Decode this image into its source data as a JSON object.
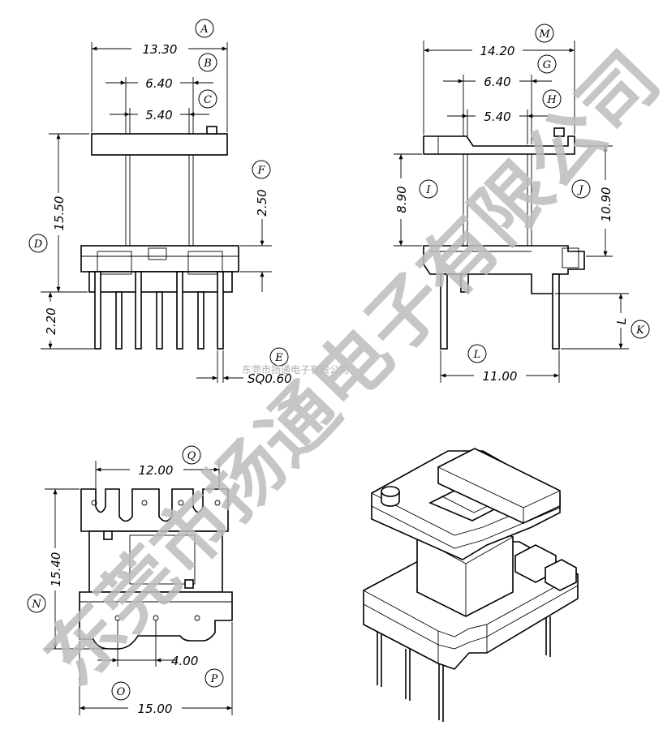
{
  "watermark": {
    "main_text": "东莞市扬通电子有限公司",
    "small_text": "东莞市扬通电子有限公司"
  },
  "top_left_view": {
    "dims": {
      "A": "13.30",
      "B": "6.40",
      "C": "5.40",
      "D": "15.50",
      "F": "2.50",
      "pin": "2.20",
      "E": "SQ0.60"
    },
    "labels": {
      "A": "A",
      "B": "B",
      "C": "C",
      "D": "D",
      "E": "E",
      "F": "F"
    }
  },
  "top_right_view": {
    "dims": {
      "M": "14.20",
      "G": "6.40",
      "H": "5.40",
      "I": "8.90",
      "J": "10.90",
      "L": "11.00",
      "K": "L"
    },
    "labels": {
      "M": "M",
      "G": "G",
      "H": "H",
      "I": "I",
      "J": "J",
      "K": "K",
      "L": "L"
    }
  },
  "bottom_view": {
    "dims": {
      "Q": "12.00",
      "N": "15.40",
      "P": "4.00",
      "O": "15.00"
    },
    "labels": {
      "Q": "Q",
      "N": "N",
      "P": "P",
      "O": "O"
    }
  }
}
